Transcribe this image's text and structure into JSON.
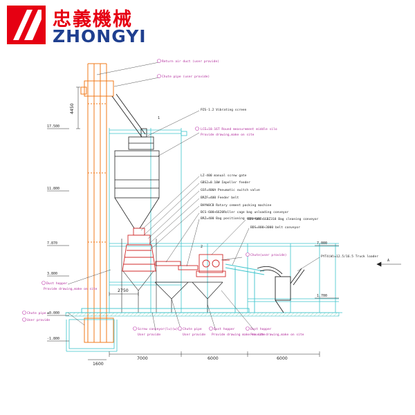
{
  "brand": {
    "name_cn": "忠義機械",
    "name_en": "ZHONGYI",
    "accent_red": "#e60012",
    "accent_blue": "#1f3f8f"
  },
  "colors": {
    "structure": "#3cc4cc",
    "elevator": "#f07818",
    "callout": "#c040b0",
    "equipment": "#d02828",
    "outline": "#222222"
  },
  "callouts": {
    "return_air_duct": "Return air duct (user provide)",
    "chute_pipe": "Chute pipe (user provide)",
    "vibrating_screen": "PZS-1.2 Vibrating screen",
    "round_silo": "LCE=10.16T Round measurement middle silo",
    "user_drawing_silo": "Provide drawing,make on site",
    "manual_gate": "LZ-400 manual screw gate",
    "impeller_feeder": "GBS2=0.10W Impeller feeder",
    "pneumatic_valve": "GSF=400A Pneumatic switch valve",
    "feeder_belt": "BRZF=400 Feeder belt",
    "packing_machine": "BHYW8CB Rotary cement packing machine",
    "bag_unloading": "BCS-600×6620Roller cage bag unloading conveyor",
    "bag_positioning": "BRZ=400 Bag positioning conveyor",
    "bag_cleaning": "BDS-600×6GBZ318 Bag cleaning conveyor",
    "belt_conveyor": "BDS=800×3000 belt conveyor",
    "truck_loader": "PYT4(W)=12.5/16.5 Truck loader",
    "chute_user": "Chute(user provide)",
    "dust_hopper": "Dust hopper",
    "dust_hopper_note": "Provide drawing,make on site",
    "chute_pipe_bottom": "Chute pipe",
    "chute_pipe_bottom_note": "User provide",
    "screw_conveyor": "Screw conveyor(lu)(w)",
    "screw_conveyor_note": "User provide",
    "chute_pipe_mid": "Chute pipe",
    "chute_pipe_mid_note": "User provide",
    "dust_hopper_2": "Dust hopper",
    "dust_hopper_2_note": "Provide drawing make on site",
    "dust_hopper_3": "Dust hopper",
    "dust_hopper_3_note": "Provide drawing,make on site"
  },
  "levels": [
    "17.500",
    "11.800",
    "7.870",
    "3.800",
    "±0.000",
    "-1.800",
    "7.000",
    "1.700"
  ],
  "dimensions": [
    "4450",
    "2750",
    "1600",
    "7000",
    "6000",
    "6000"
  ],
  "markers": {
    "section": "A",
    "tag_1": "1",
    "tag_2": "2"
  }
}
